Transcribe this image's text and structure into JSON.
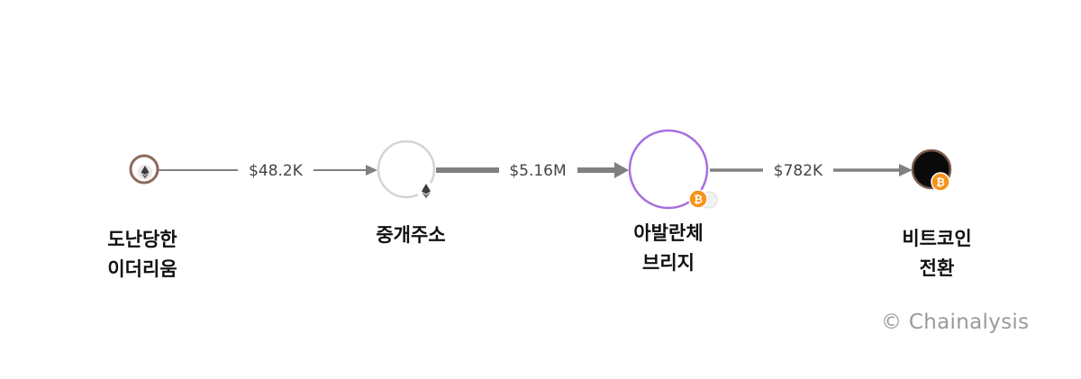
{
  "nodes": [
    {
      "id": "stolen-eth",
      "label_line1": "도난당한",
      "label_line2": "이더리움",
      "icon": "ethereum-icon",
      "ring_color": "#8a6a5c"
    },
    {
      "id": "intermediary",
      "label_line1": "중개주소",
      "label_line2": "",
      "icon": "ethereum-icon",
      "ring_color": "#d4d4d4"
    },
    {
      "id": "avalanche-bridge",
      "label_line1": "아발란체",
      "label_line2": "브리지",
      "icon": "bitcoin-icon",
      "ring_color": "#a66ee0"
    },
    {
      "id": "btc-conversion",
      "label_line1": "비트코인",
      "label_line2": "전환",
      "icon": "bitcoin-icon",
      "ring_color": "#7a5a4c"
    }
  ],
  "edges": [
    {
      "from": "stolen-eth",
      "to": "intermediary",
      "amount": "$48.2K",
      "weight": "thin"
    },
    {
      "from": "intermediary",
      "to": "avalanche-bridge",
      "amount": "$5.16M",
      "weight": "thick"
    },
    {
      "from": "avalanche-bridge",
      "to": "btc-conversion",
      "amount": "$782K",
      "weight": "medium"
    }
  ],
  "credit": "© Chainalysis",
  "colors": {
    "arrow": "#808080",
    "bitcoin": "#f7931a",
    "bridge": "#a66ee0",
    "text": "#111111"
  }
}
